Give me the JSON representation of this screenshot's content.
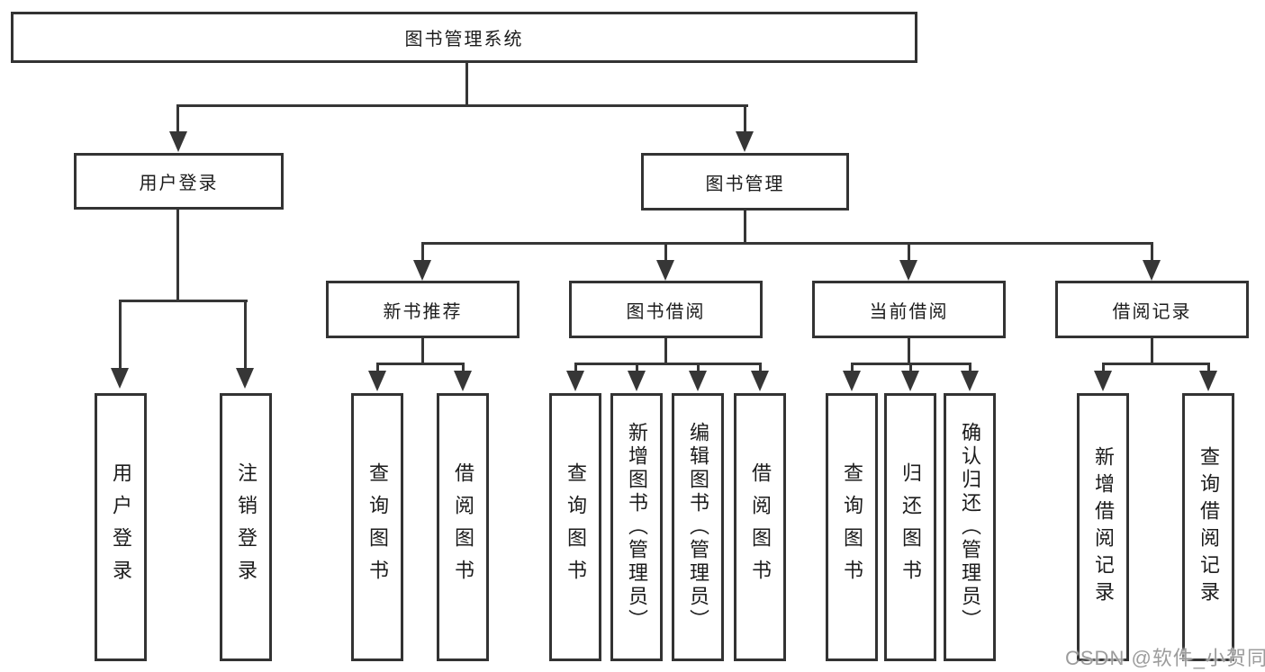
{
  "diagram": {
    "type": "tree",
    "root": {
      "label": "图书管理系统"
    },
    "branches": [
      {
        "label": "用户登录",
        "children": [
          {
            "label": "用户登录"
          },
          {
            "label": "注销登录"
          }
        ]
      },
      {
        "label": "图书管理",
        "children": [
          {
            "label": "新书推荐",
            "children": [
              {
                "label": "查询图书"
              },
              {
                "label": "借阅图书"
              }
            ]
          },
          {
            "label": "图书借阅",
            "children": [
              {
                "label": "查询图书"
              },
              {
                "label": "新增图书（管理员）"
              },
              {
                "label": "编辑图书（管理员）"
              },
              {
                "label": "借阅图书"
              }
            ]
          },
          {
            "label": "当前借阅",
            "children": [
              {
                "label": "查询图书"
              },
              {
                "label": "归还图书"
              },
              {
                "label": "确认归还（管理员）"
              }
            ]
          },
          {
            "label": "借阅记录",
            "children": [
              {
                "label": "新增借阅记录"
              },
              {
                "label": "查询借阅记录"
              }
            ]
          }
        ]
      }
    ]
  },
  "watermark": {
    "text": "CSDN @软件_小贺同学",
    "color": "#949494"
  },
  "colors": {
    "background": "#ffffff",
    "box_background": "#ffffff",
    "box_border": "#333333",
    "connector_line": "#363636",
    "text": "#1c1c1c"
  }
}
